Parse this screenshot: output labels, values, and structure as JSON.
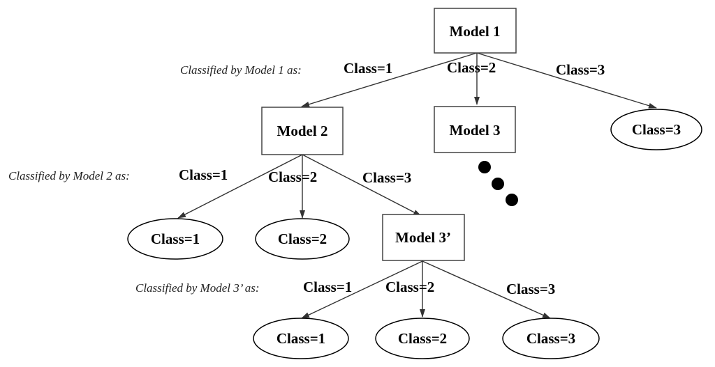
{
  "models": {
    "m1": "Model 1",
    "m2": "Model 2",
    "m3": "Model 3",
    "m3p": "Model 3’"
  },
  "leaves": {
    "l_top_class3": "Class=3",
    "l_m2_class1": "Class=1",
    "l_m2_class2": "Class=2",
    "l_m3p_class1": "Class=1",
    "l_m3p_class2": "Class=2",
    "l_m3p_class3": "Class=3"
  },
  "edge_labels": {
    "m1_e1": "Class=1",
    "m1_e2": "Class=2",
    "m1_e3": "Class=3",
    "m2_e1": "Class=1",
    "m2_e2": "Class=2",
    "m2_e3": "Class=3",
    "m3p_e1": "Class=1",
    "m3p_e2": "Class=2",
    "m3p_e3": "Class=3"
  },
  "captions": {
    "c1": "Classified by Model 1 as:",
    "c2": "Classified by Model 2 as:",
    "c3": "Classified by Model 3’ as:"
  }
}
